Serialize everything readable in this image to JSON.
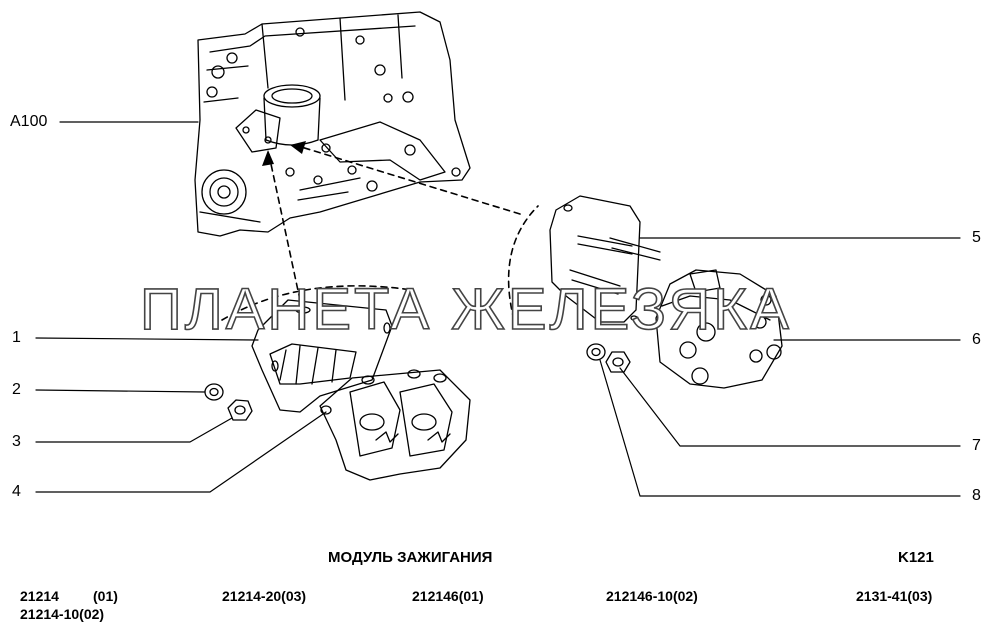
{
  "callouts": {
    "a100": "A100",
    "c1": "1",
    "c2": "2",
    "c3": "3",
    "c4": "4",
    "c5": "5",
    "c6": "6",
    "c7": "7",
    "c8": "8"
  },
  "watermark": "ПЛАНЕТА ЖЕЛЕЗЯКА",
  "title": "МОДУЛЬ ЗАЖИГАНИЯ",
  "page_code": "K121",
  "applicability": {
    "m1a": "21214",
    "m1b": "(01)",
    "m1c": "21214-10(02)",
    "m2": "21214-20(03)",
    "m3": "212146(01)",
    "m4": "212146-10(02)",
    "m5": "2131-41(03)"
  }
}
